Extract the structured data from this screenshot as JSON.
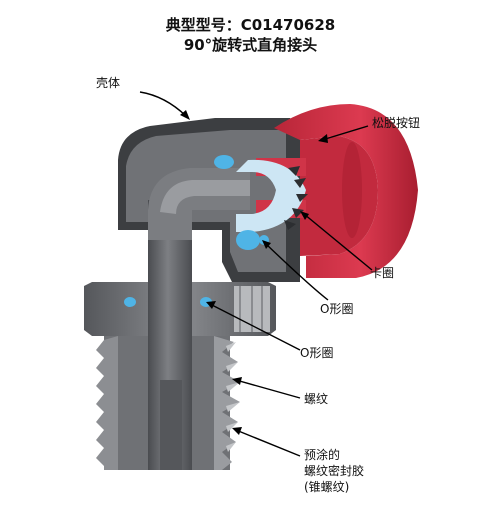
{
  "title": {
    "line1": "典型型号：C01470628",
    "line2": "90°旋转式直角接头"
  },
  "labels": {
    "shell": "壳体",
    "release_button": "松脱按钮",
    "clip": "卡圈",
    "oring_1": "O形圈",
    "oring_2": "O形圈",
    "thread": "螺纹",
    "sealant_1": "预涂的",
    "sealant_2": "螺纹密封胶",
    "sealant_3": "(锥螺纹)"
  },
  "colors": {
    "body_gray": "#6e7074",
    "dark_gray": "#3f4144",
    "light_gray": "#a8aaae",
    "red": "#d8344a",
    "red_dark": "#a81e30",
    "blue": "#4fb4e6",
    "blue_light": "#cfe9f7"
  }
}
